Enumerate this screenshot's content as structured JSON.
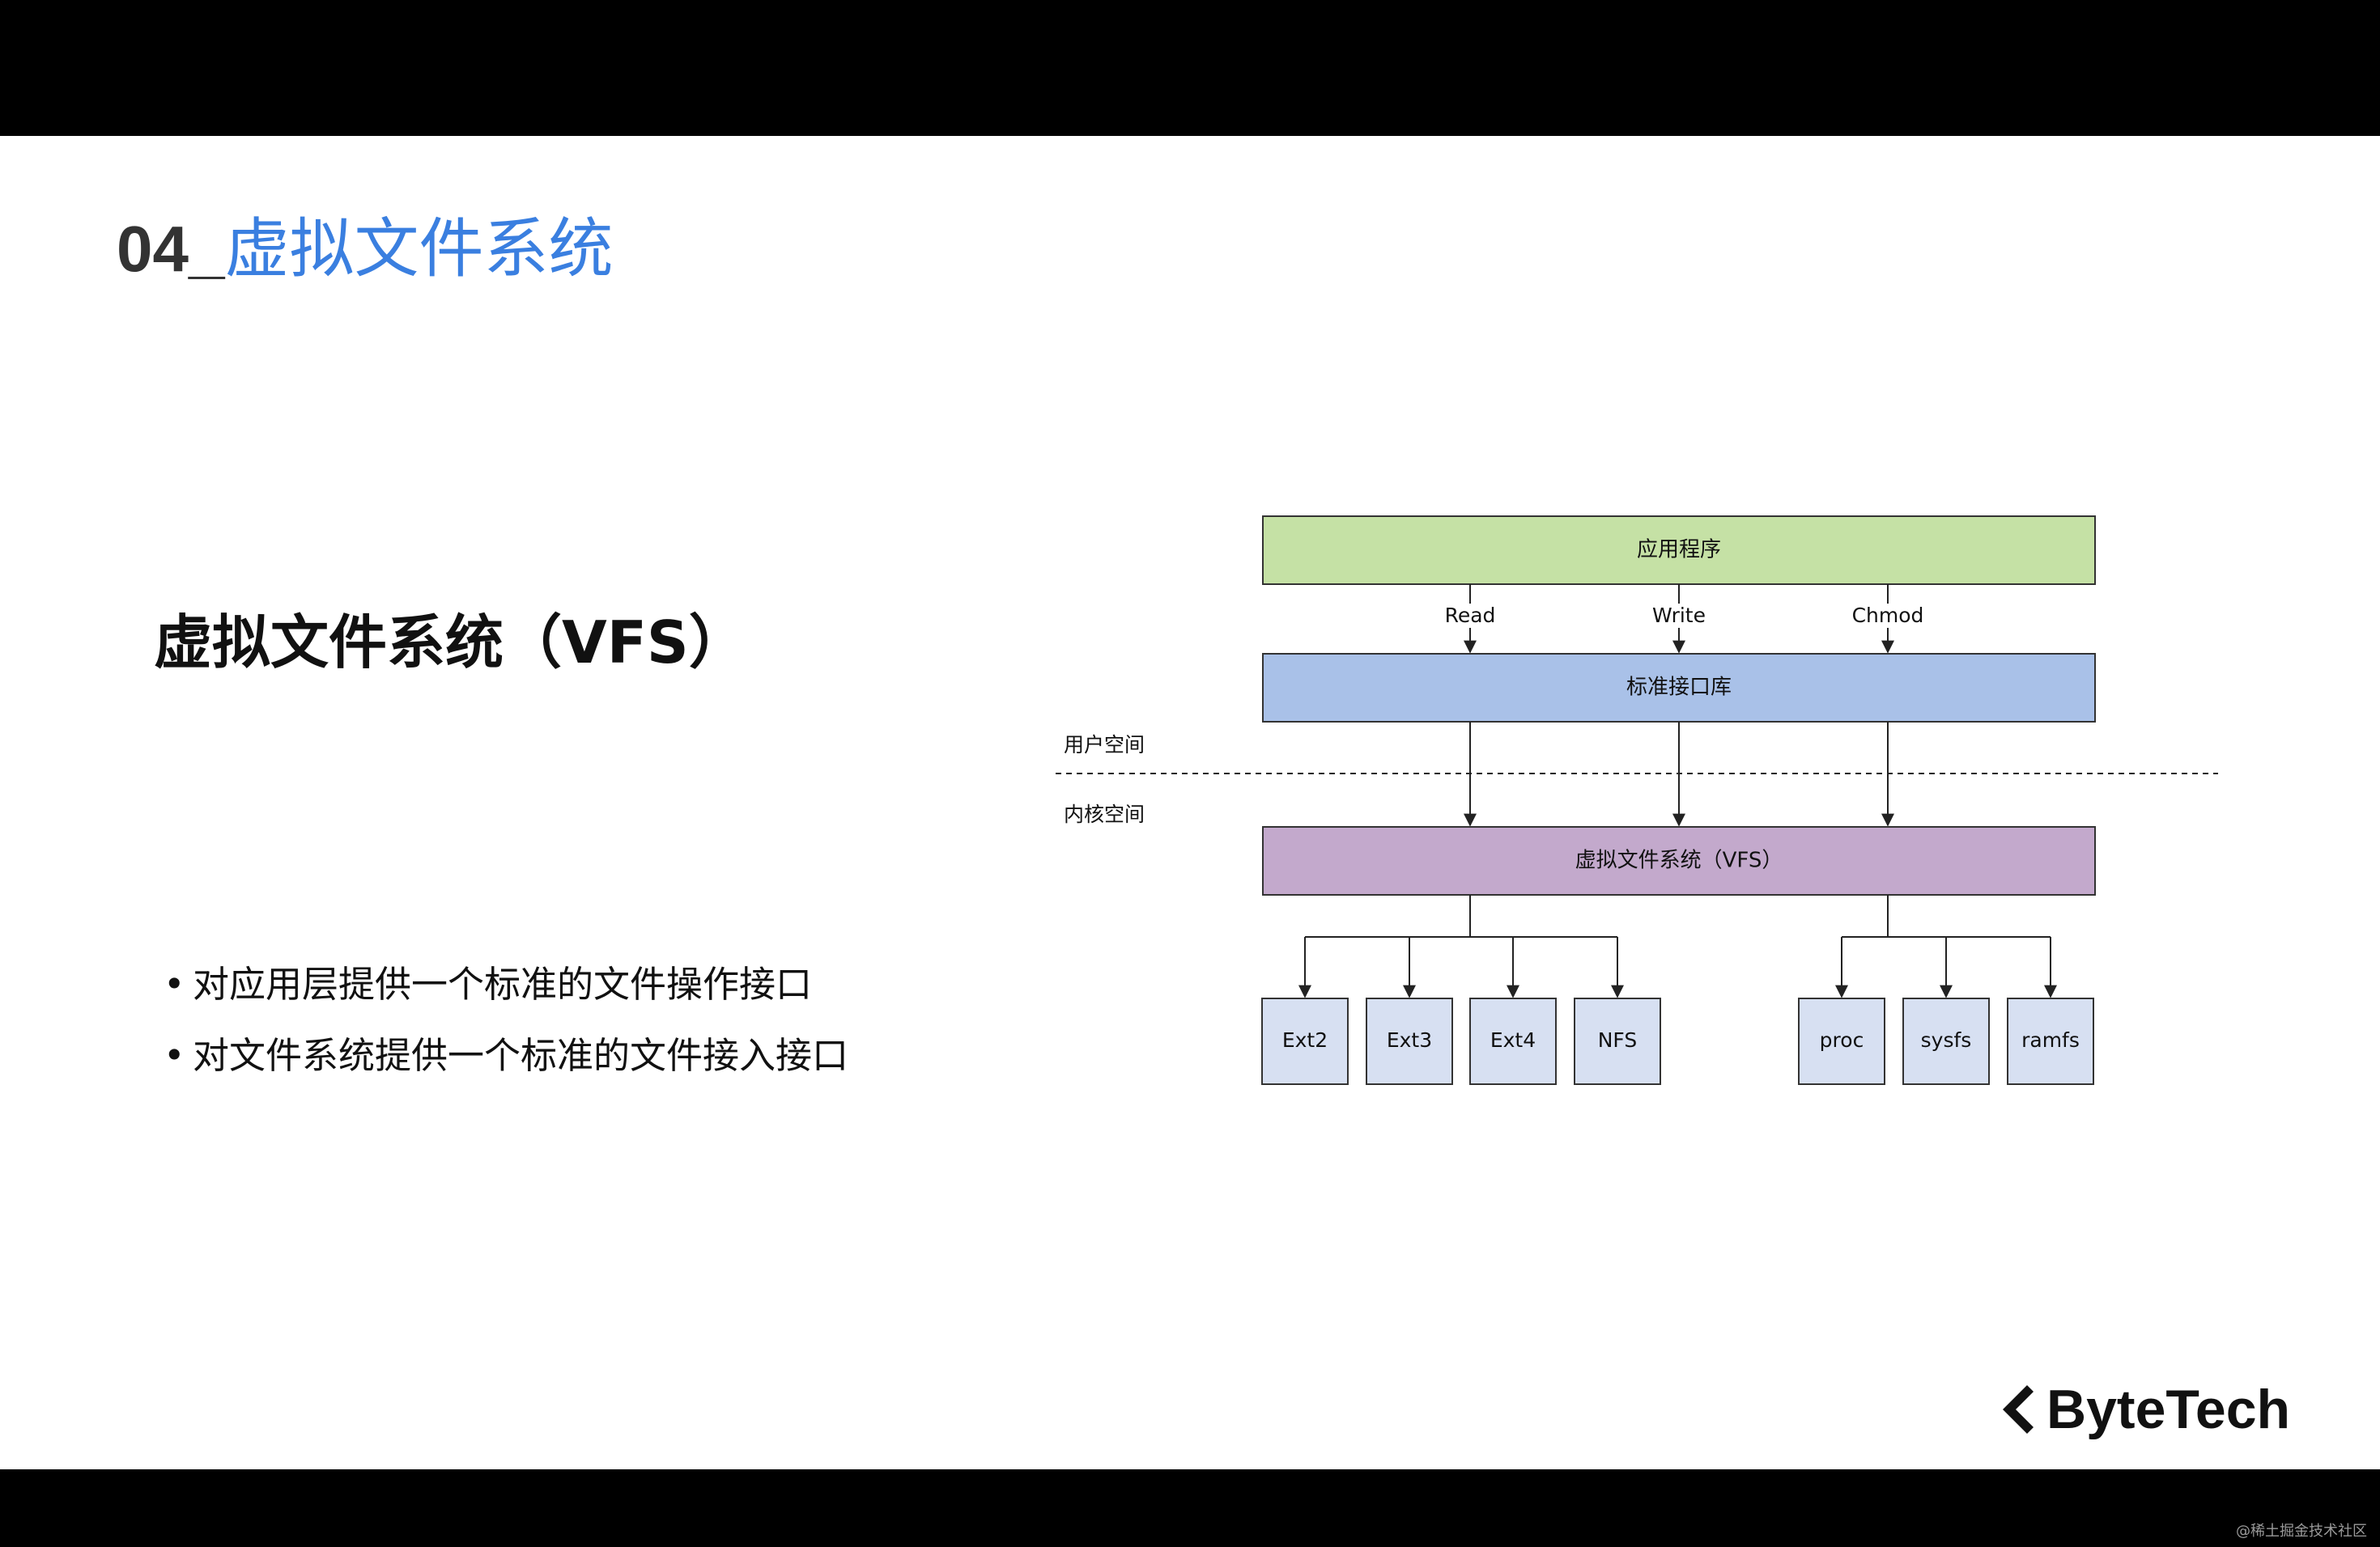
{
  "slide": {
    "title_number": "04_",
    "title_text": "虚拟文件系统",
    "heading": "虚拟文件系统（VFS）",
    "bullets": [
      "对应用层提供一个标准的文件操作接口",
      "对文件系统提供一个标准的文件接入接口"
    ]
  },
  "diagram": {
    "layers": {
      "app": "应用程序",
      "std_lib": "标准接口库",
      "vfs": "虚拟文件系统（VFS）"
    },
    "calls": [
      "Read",
      "Write",
      "Chmod"
    ],
    "space_labels": {
      "user": "用户空间",
      "kernel": "内核空间"
    },
    "filesystems_left": [
      "Ext2",
      "Ext3",
      "Ext4",
      "NFS"
    ],
    "filesystems_right": [
      "proc",
      "sysfs",
      "ramfs"
    ],
    "colors": {
      "app": "#c5e1a5",
      "std_lib": "#a9c1e8",
      "vfs": "#c3a9cc",
      "fs": "#d7e0f2"
    }
  },
  "logo": {
    "text": "ByteTech"
  },
  "footer": {
    "credit": "@稀土掘金技术社区"
  }
}
